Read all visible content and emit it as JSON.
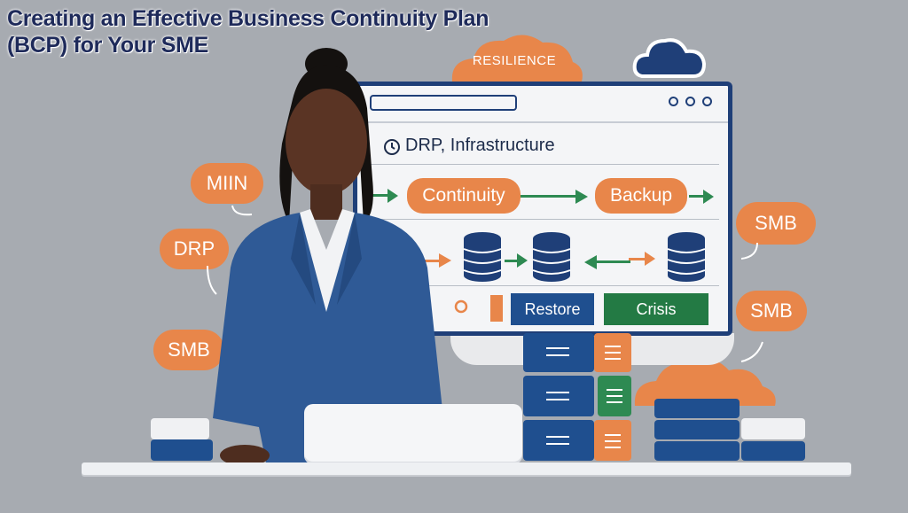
{
  "title": "Creating an Effective Business Continuity Plan (BCP) for Your SME",
  "badges": {
    "resilience": "RESILIENCE",
    "miin": "MIIN",
    "drp": "DRP",
    "smb_left": "SMB",
    "smb_right_top": "SMB",
    "smb_right_bottom": "SMB"
  },
  "screen": {
    "heading": "DRP, Infrastructure",
    "continuity": "Continuity",
    "backup": "Backup",
    "restore": "Restore",
    "crisis": "Crisis"
  },
  "colors": {
    "orange": "#e8864a",
    "navy": "#1f3f78",
    "green": "#2e8a52",
    "background": "#a7abb1"
  }
}
